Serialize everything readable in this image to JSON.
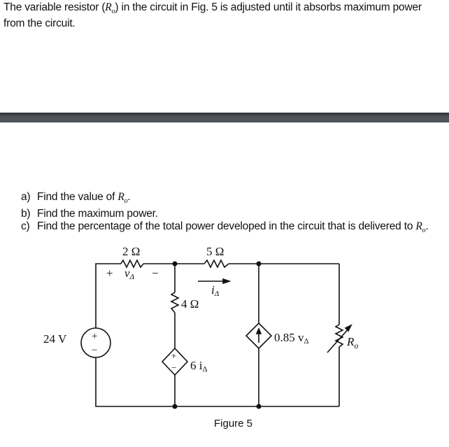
{
  "problem": {
    "intro_before": "The variable resistor (",
    "intro_symbol": "R",
    "intro_sub": "o",
    "intro_after": ") in the circuit in Fig. 5 is adjusted until it absorbs maximum power from the circuit."
  },
  "questions": [
    {
      "label": "a)",
      "text": "Find the value of ",
      "symbol": "R",
      "sub": "o",
      "tail": "."
    },
    {
      "label": "b)",
      "text": "Find the maximum power.",
      "symbol": "",
      "sub": "",
      "tail": ""
    },
    {
      "label": "c)",
      "text": "Find the percentage of the total power developed in the circuit that is delivered to ",
      "symbol": "R",
      "sub": "o",
      "tail": "."
    }
  ],
  "circuit": {
    "r1": "2 Ω",
    "r2": "5 Ω",
    "r3": "4 Ω",
    "source": "24 V",
    "v_delta": "v",
    "delta_sub": "Δ",
    "i_delta": "i",
    "ccvs": "6 i",
    "vccs": "0.85 v",
    "load": "R",
    "load_sub": "o",
    "plus": "+",
    "minus": "−"
  },
  "figure_caption": "Figure 5",
  "colors": {
    "separator_bar": "#4d5256"
  }
}
